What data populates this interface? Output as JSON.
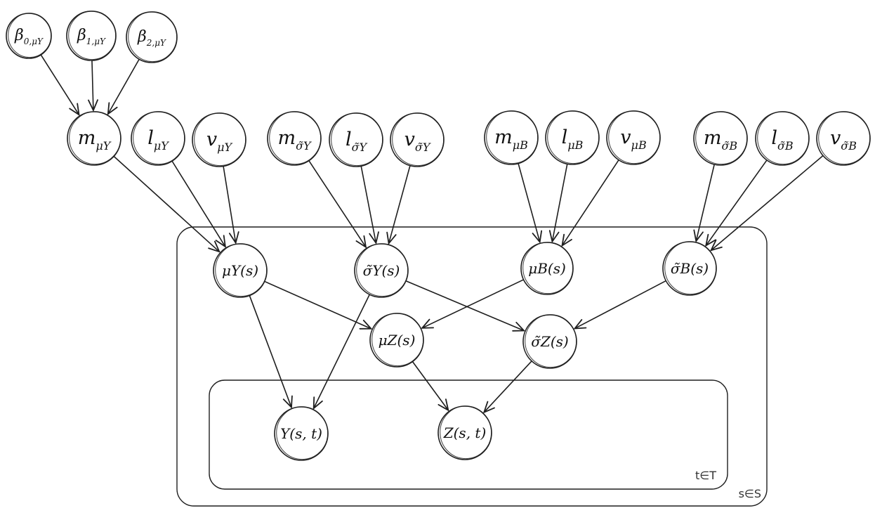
{
  "plates": [
    {
      "id": "S",
      "label": "s∈S"
    },
    {
      "id": "T",
      "label": "t∈T"
    }
  ],
  "nodes": [
    {
      "id": "b0",
      "base": "β",
      "sub": "0,μY"
    },
    {
      "id": "b1",
      "base": "β",
      "sub": "1,μY"
    },
    {
      "id": "b2",
      "base": "β",
      "sub": "2,μY"
    },
    {
      "id": "mmuY",
      "base": "m",
      "sub": "μY"
    },
    {
      "id": "lmuY",
      "base": "l",
      "sub": "μY"
    },
    {
      "id": "vmuY",
      "base": "v",
      "sub": "μY"
    },
    {
      "id": "msY",
      "base": "m",
      "sub": "σ̃Y"
    },
    {
      "id": "lsY",
      "base": "l",
      "sub": "σ̃Y"
    },
    {
      "id": "vsY",
      "base": "v",
      "sub": "σ̃Y"
    },
    {
      "id": "mmuB",
      "base": "m",
      "sub": "μB"
    },
    {
      "id": "lmuB",
      "base": "l",
      "sub": "μB"
    },
    {
      "id": "vmuB",
      "base": "v",
      "sub": "μB"
    },
    {
      "id": "msB",
      "base": "m",
      "sub": "σ̃B"
    },
    {
      "id": "lsB",
      "base": "l",
      "sub": "σ̃B"
    },
    {
      "id": "vsB",
      "base": "v",
      "sub": "σ̃B"
    },
    {
      "id": "muY",
      "text": "μY(s)"
    },
    {
      "id": "sY",
      "text": "σ̃Y(s)"
    },
    {
      "id": "muB",
      "text": "μB(s)"
    },
    {
      "id": "sB",
      "text": "σ̃B(s)"
    },
    {
      "id": "muZ",
      "text": "μZ(s)"
    },
    {
      "id": "sZ",
      "text": "σ̃Z(s)"
    },
    {
      "id": "Y",
      "text": "Y(s, t)"
    },
    {
      "id": "Z",
      "text": "Z(s, t)"
    }
  ],
  "edges": [
    [
      "b0",
      "mmuY"
    ],
    [
      "b1",
      "mmuY"
    ],
    [
      "b2",
      "mmuY"
    ],
    [
      "mmuY",
      "muY"
    ],
    [
      "lmuY",
      "muY"
    ],
    [
      "vmuY",
      "muY"
    ],
    [
      "msY",
      "sY"
    ],
    [
      "lsY",
      "sY"
    ],
    [
      "vsY",
      "sY"
    ],
    [
      "mmuB",
      "muB"
    ],
    [
      "lmuB",
      "muB"
    ],
    [
      "vmuB",
      "muB"
    ],
    [
      "msB",
      "sB"
    ],
    [
      "lsB",
      "sB"
    ],
    [
      "vsB",
      "sB"
    ],
    [
      "muY",
      "muZ"
    ],
    [
      "muB",
      "muZ"
    ],
    [
      "sY",
      "sZ"
    ],
    [
      "sB",
      "sZ"
    ],
    [
      "muY",
      "Y"
    ],
    [
      "sY",
      "Y"
    ],
    [
      "muZ",
      "Z"
    ],
    [
      "sZ",
      "Z"
    ]
  ]
}
